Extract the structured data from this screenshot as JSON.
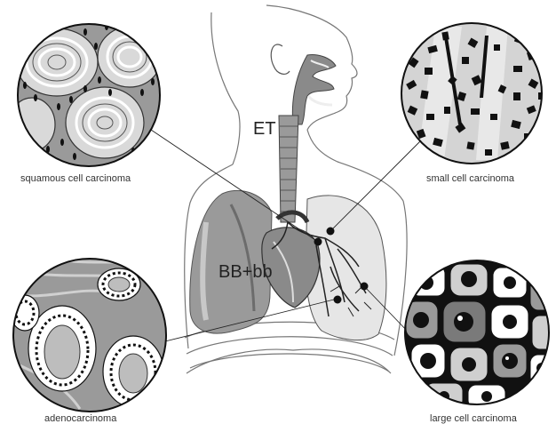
{
  "regions": {
    "upper_airway": "ET",
    "bronchi": "BB+bb"
  },
  "captions": {
    "squamous": "squamous cell carcinoma",
    "small_cell": "small cell carcinoma",
    "adeno": "adenocarcinoma",
    "large_cell": "large cell carcinoma"
  },
  "colors": {
    "ink": "#111111",
    "tissue_grey": "#9a9a9a",
    "light_grey": "#cfcfcf",
    "dark_grey": "#5c5c5c"
  }
}
